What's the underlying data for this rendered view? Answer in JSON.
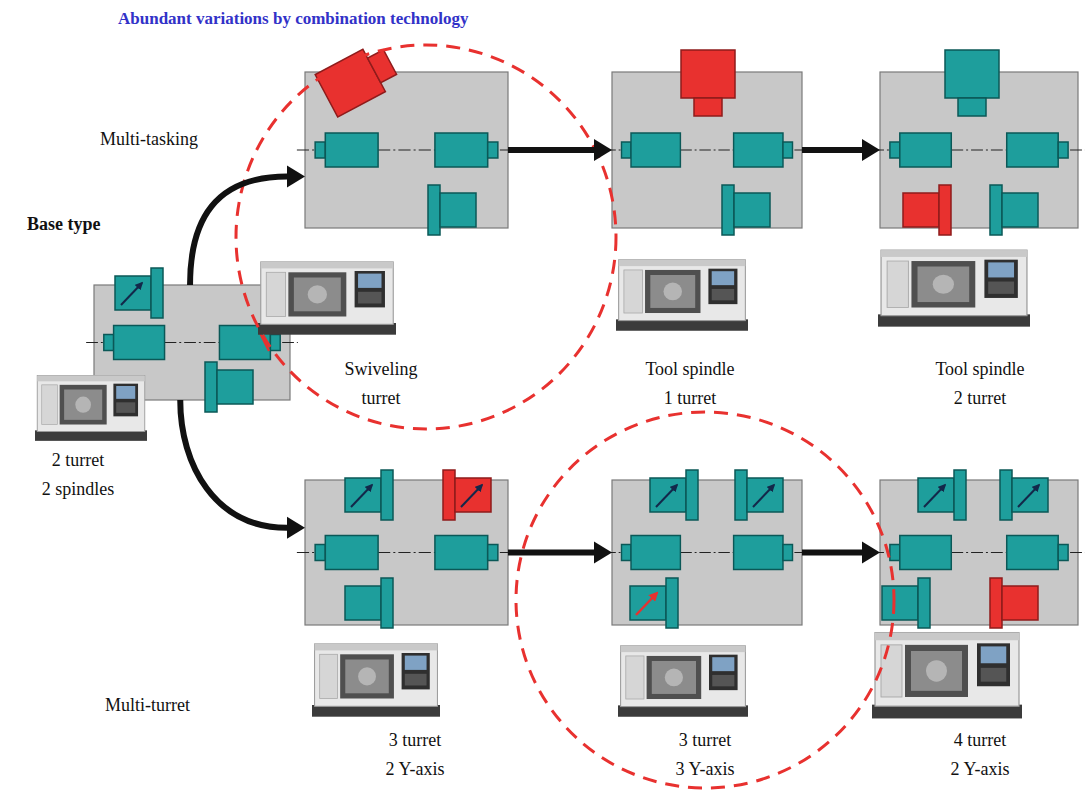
{
  "diagram": {
    "title": "Abundant variations by combination technology",
    "nodes": [
      {
        "text": [
          "2 turret 2 spindles"
        ]
      },
      {
        "text": [
          "Swiveling turret"
        ]
      },
      {
        "text": [
          "Tool spindle 1 turret"
        ]
      },
      {
        "text": [
          "Tool spindle 2 turret"
        ]
      },
      {
        "text": [
          "3 turret 2 Y-axis"
        ]
      },
      {
        "text": [
          "3 turret 3 Y-axis"
        ]
      },
      {
        "text": [
          "4 turret 2 Y-axis"
        ]
      }
    ],
    "edges": [
      {
        "from": 0,
        "to": 1,
        "arrow": "to"
      },
      {
        "from": 1,
        "to": 2,
        "arrow": "to"
      },
      {
        "from": 2,
        "to": 3,
        "arrow": "to"
      },
      {
        "from": 0,
        "to": 4,
        "arrow": "to"
      },
      {
        "from": 4,
        "to": 5,
        "arrow": "to"
      },
      {
        "from": 5,
        "to": 6,
        "arrow": "to"
      }
    ],
    "labels": [
      "Multi-tasking",
      "Base type",
      "Multi-turret"
    ]
  }
}
